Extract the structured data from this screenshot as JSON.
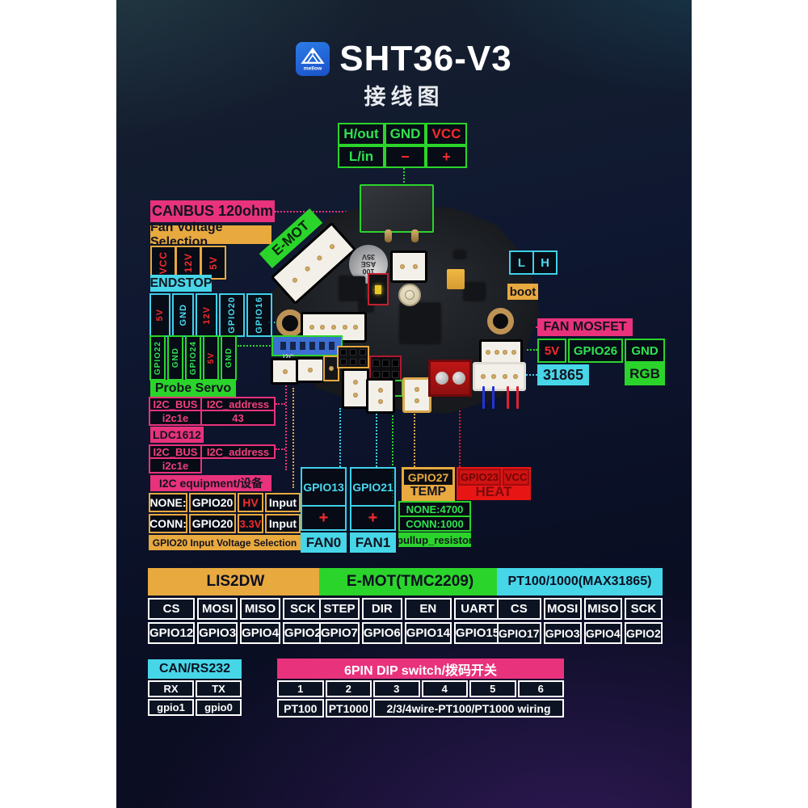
{
  "header": {
    "title": "SHT36-V3",
    "subtitle": "接线图",
    "logo": "mellow"
  },
  "colors": {
    "pink": "#e8327c",
    "orange": "#e8a93f",
    "cyan": "#46d6e8",
    "green": "#2bd42b",
    "red": "#f52b2b",
    "panel_bg": "#0e1730"
  },
  "top_connector": {
    "r1": [
      "H/out",
      "GND",
      "VCC"
    ],
    "r2": [
      "L/in",
      "−",
      "+"
    ]
  },
  "left": {
    "canbus": "CANBUS 120ohm",
    "fan_voltage": {
      "label": "Fan Voltage Selection",
      "pins": [
        "VCC",
        "12V",
        "5V"
      ]
    },
    "endstop": {
      "label": "ENDSTOP",
      "pins": [
        "5V",
        "GND",
        "12V",
        "GPIO20",
        "GPIO16"
      ]
    },
    "probe": {
      "label": "Probe  Servo",
      "pins": [
        "GPIO22",
        "GND",
        "GPIO24",
        "5V",
        "GND"
      ]
    },
    "i2c": {
      "col1": "I2C_BUS",
      "col2": "I2C_address",
      "ldc": {
        "bus": "i2c1e",
        "address": "43",
        "name": "LDC1612"
      },
      "generic": {
        "bus": "i2c1e",
        "name": "I2C equipment/设备"
      }
    },
    "gpio20": {
      "rows": [
        [
          "NONE:",
          "GPIO20",
          "HV",
          "Input"
        ],
        [
          "CONN:",
          "GPIO20",
          "3.3V",
          "Input"
        ]
      ],
      "footer": "GPIO20  Input Voltage Selection"
    }
  },
  "fans": {
    "fan0": {
      "gpio": "GPIO13",
      "plus": "+",
      "label": "FAN0"
    },
    "fan1": {
      "gpio": "GPIO21",
      "plus": "+",
      "label": "FAN1"
    }
  },
  "temp": {
    "gpio": "GPIO27",
    "label": "TEMP"
  },
  "heat": {
    "gpio": "GPIO23",
    "vcc": "VCC",
    "label": "HEAT"
  },
  "pullup": {
    "none": "NONE:4700",
    "conn": "CONN:1000",
    "label": "pullup_resistor"
  },
  "right": {
    "l": "L",
    "h": "H",
    "boot": "boot",
    "fan_mosfet": "FAN MOSFET",
    "mosfet_pins": [
      "5V",
      "GPIO26",
      "GND"
    ],
    "rgb": "RGB",
    "max31865": "31865"
  },
  "board": {
    "emot": "E-MOT",
    "cap_lines": [
      "100",
      "ASE",
      "35V"
    ],
    "i2c_silk": "I2C"
  },
  "tables": {
    "lis2dw": {
      "title": "LIS2DW",
      "h": [
        "CS",
        "MOSI",
        "MISO",
        "SCK"
      ],
      "v": [
        "GPIO12",
        "GPIO3",
        "GPIO4",
        "GPIO2"
      ]
    },
    "emot": {
      "title": "E-MOT(TMC2209)",
      "h": [
        "STEP",
        "DIR",
        "EN",
        "UART"
      ],
      "v": [
        "GPIO7",
        "GPIO6",
        "GPIO14",
        "GPIO15"
      ]
    },
    "pt100": {
      "title": "PT100/1000(MAX31865)",
      "h": [
        "CS",
        "MOSI",
        "MISO",
        "SCK"
      ],
      "v": [
        "GPIO17",
        "GPIO3",
        "GPIO4",
        "GPIO2"
      ]
    },
    "can": {
      "title": "CAN/RS232",
      "h": [
        "RX",
        "TX"
      ],
      "v": [
        "gpio1",
        "gpio0"
      ]
    },
    "dip": {
      "title": "6PIN DIP switch/拨码开关",
      "h": [
        "1",
        "2",
        "3",
        "4",
        "5",
        "6"
      ],
      "v": [
        "PT100",
        "PT1000",
        "2/3/4wire-PT100/PT1000 wiring"
      ]
    }
  }
}
